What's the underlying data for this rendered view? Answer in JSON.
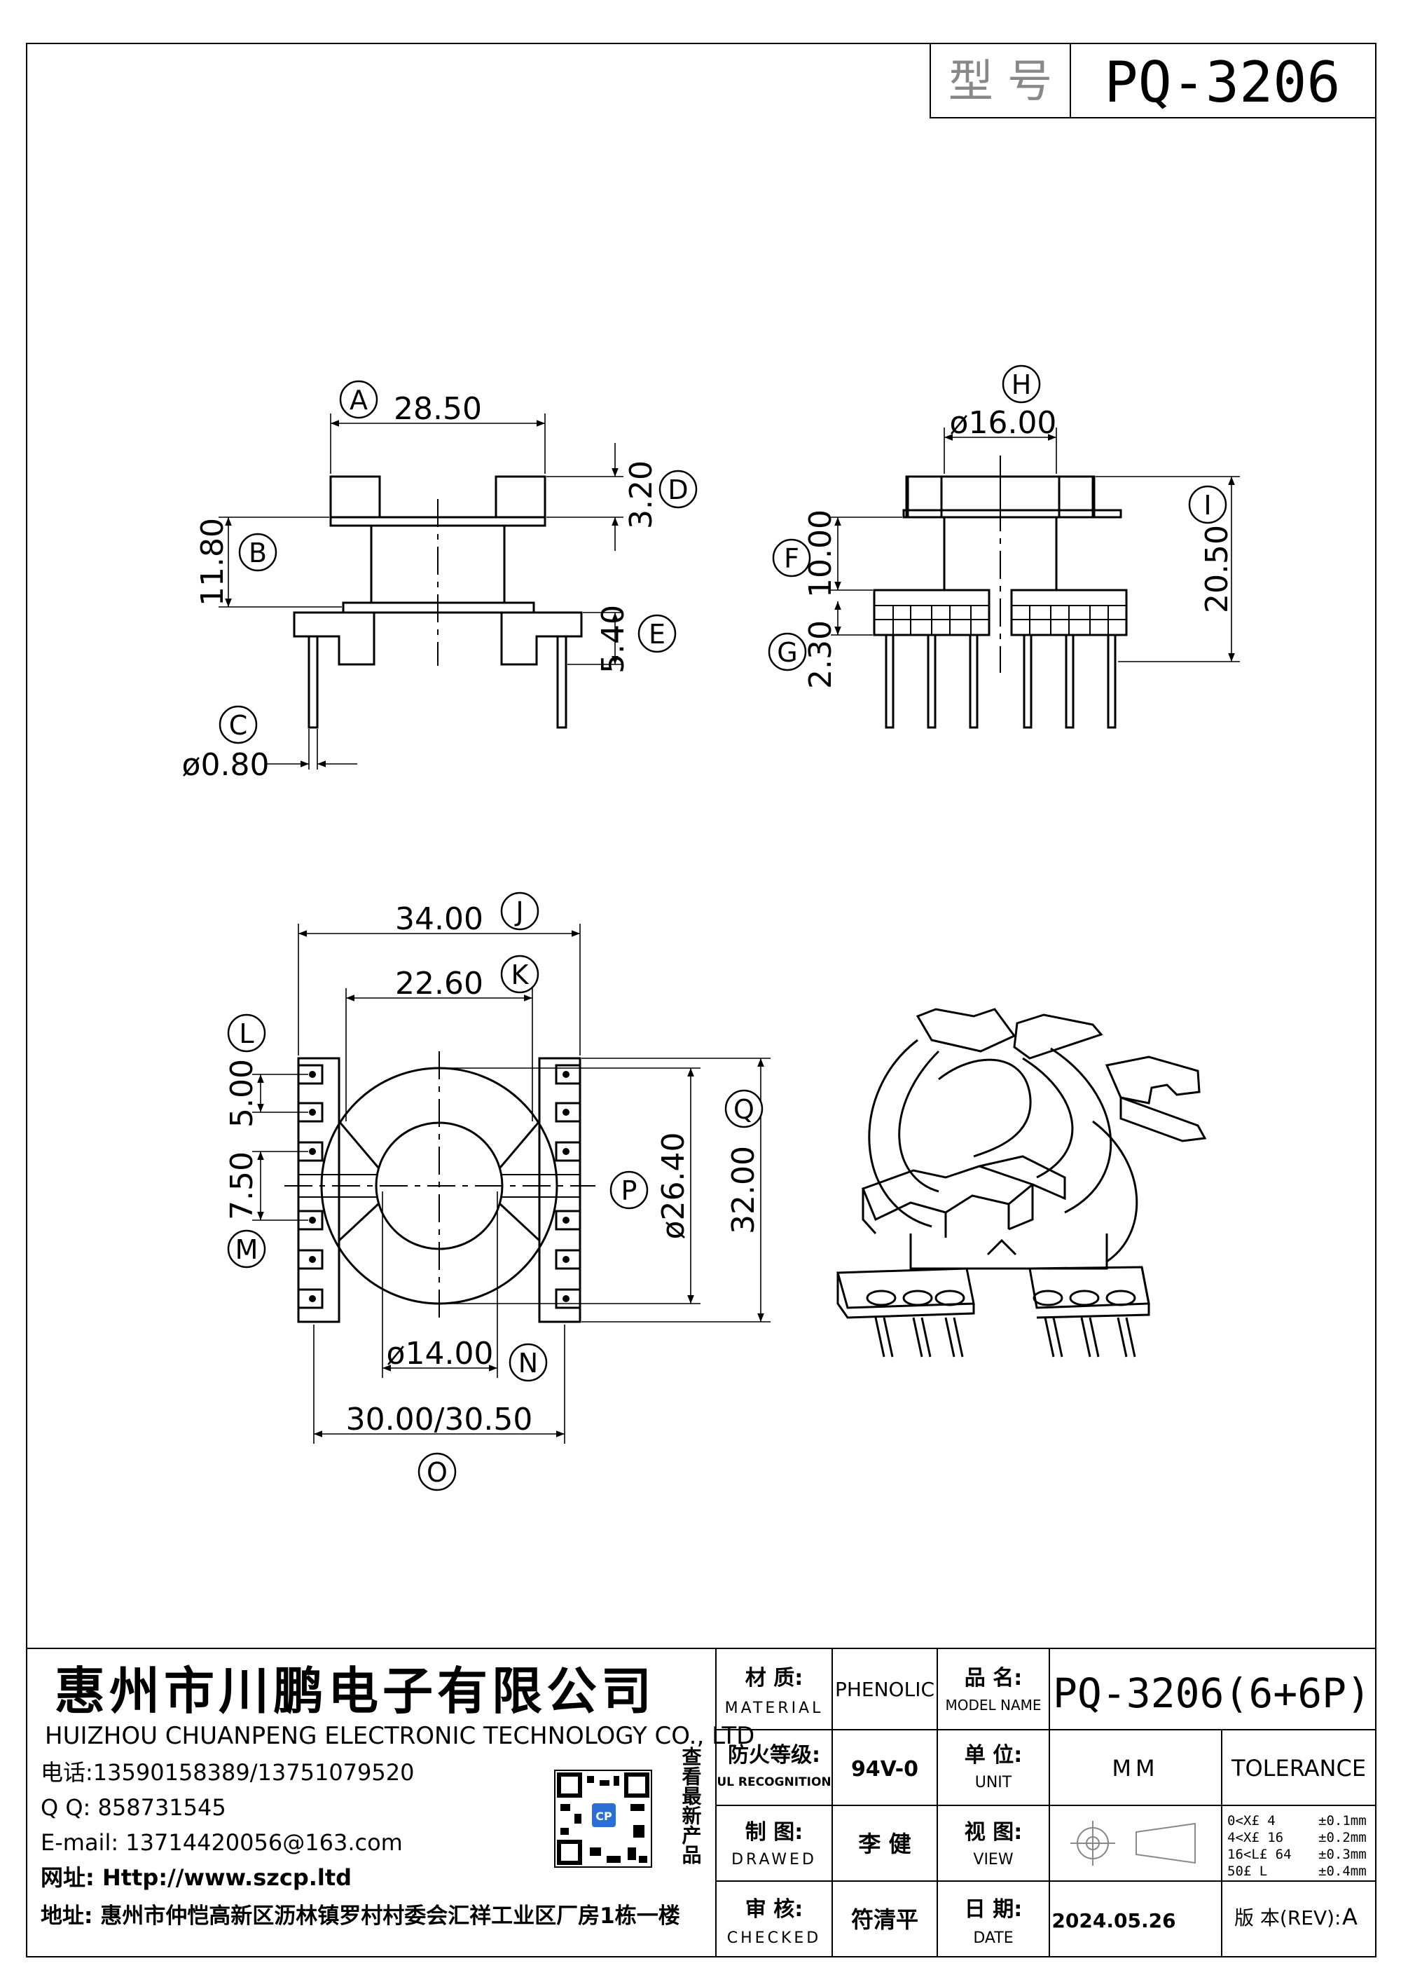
{
  "header": {
    "model_label": "型 号",
    "model_value": "PQ-3206"
  },
  "dimensions": {
    "A": {
      "letter": "A",
      "value": "28.50"
    },
    "B": {
      "letter": "B",
      "value": "11.80"
    },
    "C": {
      "letter": "C",
      "value": "ø0.80"
    },
    "D": {
      "letter": "D",
      "value": "3.20"
    },
    "E": {
      "letter": "E",
      "value": "5.40"
    },
    "F": {
      "letter": "F",
      "value": "10.00"
    },
    "G": {
      "letter": "G",
      "value": "2.30"
    },
    "H": {
      "letter": "H",
      "value": "ø16.00"
    },
    "I": {
      "letter": "I",
      "value": "20.50"
    },
    "J": {
      "letter": "J",
      "value": "34.00"
    },
    "K": {
      "letter": "K",
      "value": "22.60"
    },
    "L": {
      "letter": "L",
      "value": "5.00"
    },
    "M": {
      "letter": "M",
      "value": "7.50"
    },
    "N": {
      "letter": "N",
      "value": "ø14.00"
    },
    "O": {
      "letter": "O",
      "value": "30.00/30.50"
    },
    "P": {
      "letter": "P",
      "value": "ø26.40"
    },
    "Q": {
      "letter": "Q",
      "value": "32.00"
    }
  },
  "company": {
    "name_cn": "惠州市川鹏电子有限公司",
    "name_en": "HUIZHOU CHUANPENG ELECTRONIC TECHNOLOGY CO., LTD",
    "phone": "电话:13590158389/13751079520",
    "qq": "Q Q:  858731545",
    "email": "E-mail: 13714420056@163.com",
    "website": "网址: Http://www.szcp.ltd",
    "address": "地址: 惠州市仲恺高新区沥林镇罗村村委会汇祥工业区厂房1栋一楼",
    "qr_caption": "查看最新产品",
    "qr_badge": "CP"
  },
  "titleblock": {
    "material_label_cn": "材 质:",
    "material_label_en": "MATERIAL",
    "material_value": "PHENOLIC",
    "model_label_cn": "品 名:",
    "model_label_en": "MODEL NAME",
    "model_value": "PQ-3206(6+6P)",
    "fire_label_cn": "防火等级:",
    "fire_label_en": "UL RECOGNITION",
    "fire_value": "94V-0",
    "unit_label_cn": "单 位:",
    "unit_label_en": "UNIT",
    "unit_value": "MM",
    "tolerance_title": "TOLERANCE",
    "drawn_label_cn": "制 图:",
    "drawn_label_en": "DRAWED",
    "drawn_value": "李 健",
    "view_label_cn": "视 图:",
    "view_label_en": "VIEW",
    "checked_label_cn": "审 核:",
    "checked_label_en": "CHECKED",
    "checked_value": "符清平",
    "date_label_cn": "日 期:",
    "date_label_en": "DATE",
    "date_value": "2024.05.26",
    "rev_label": "版 本(REV):",
    "rev_value": "A",
    "tolerances": [
      {
        "range": "0<X£ 4",
        "value": "±0.1mm"
      },
      {
        "range": "4<X£ 16",
        "value": "±0.2mm"
      },
      {
        "range": "16<L£ 64",
        "value": "±0.3mm"
      },
      {
        "range": "50£ L",
        "value": "±0.4mm"
      }
    ]
  }
}
